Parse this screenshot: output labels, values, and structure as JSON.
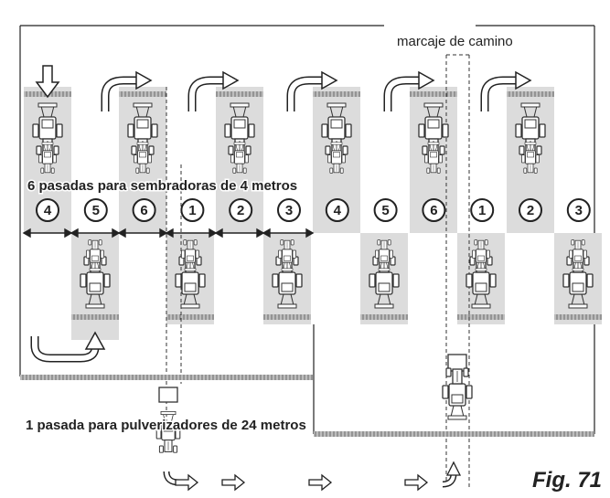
{
  "labels": {
    "marker": "marcaje de camino",
    "seeder_caption": "6 pasadas para sembradoras de 4 metros",
    "sprayer_caption": "1 pasada para pulverizadores de 24 metros",
    "figure": "Fig. 71"
  },
  "pass_numbers": [
    "4",
    "5",
    "6",
    "1",
    "2",
    "3",
    "4",
    "5",
    "6",
    "1",
    "2",
    "3"
  ],
  "colors": {
    "strip": "#dcdcdc",
    "ink": "#222222",
    "tractor_stroke": "#333333",
    "tractor_fill": "#ffffff"
  }
}
